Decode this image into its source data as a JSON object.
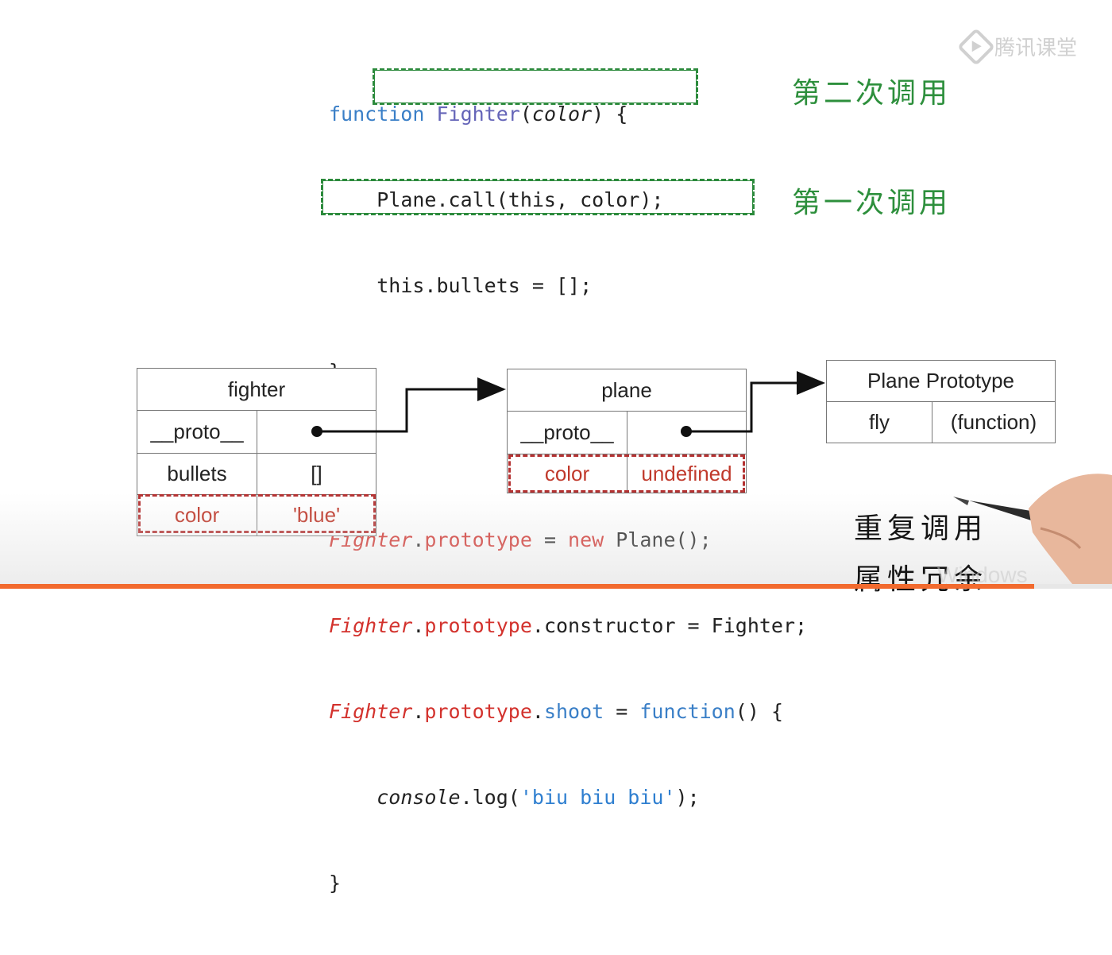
{
  "logo": {
    "text": "腾讯课堂"
  },
  "code": {
    "block1": {
      "kw_function": "function",
      "name": "Fighter",
      "open": "(",
      "param": "color",
      "close": ") {",
      "line2": "Plane.call(this, color);",
      "line3": "this.bullets = [];",
      "line4": "}"
    },
    "block2": {
      "l1_obj": "Fighter",
      "l1_dot": ".",
      "l1_proto": "prototype",
      "l1_eq": " = ",
      "l1_new": "new",
      "l1_rest": " Plane();",
      "l2_obj": "Fighter",
      "l2_dot": ".",
      "l2_proto": "prototype",
      "l2_rest": ".constructor = Fighter;",
      "l3_obj": "Fighter",
      "l3_dot": ".",
      "l3_proto": "prototype",
      "l3_dot2": ".",
      "l3_shoot": "shoot",
      "l3_eq": " = ",
      "l3_fn": "function",
      "l3_rest": "() {",
      "l4_console": "console",
      "l4_log": ".log(",
      "l4_str": "'biu biu biu'",
      "l4_end": ");",
      "l5": "}"
    }
  },
  "annotations": {
    "second_call": "第二次调用",
    "first_call": "第一次调用",
    "repeat_call": "重复调用",
    "redundant_props": "属性冗余"
  },
  "diagram": {
    "fighter": {
      "title": "fighter",
      "rows": [
        {
          "key": "__proto__",
          "value": ""
        },
        {
          "key": "bullets",
          "value": "[]"
        },
        {
          "key": "color",
          "value": "'blue'"
        }
      ]
    },
    "plane": {
      "title": "plane",
      "rows": [
        {
          "key": "__proto__",
          "value": ""
        },
        {
          "key": "color",
          "value": "undefined"
        }
      ]
    },
    "plane_prototype": {
      "title": "Plane Prototype",
      "rows": [
        {
          "key": "fly",
          "value": "(function)"
        }
      ]
    }
  },
  "watermark": "Windows",
  "video_progress": 0.93,
  "colors": {
    "keyword": "#3a7fc7",
    "red_code": "#d3322d",
    "green_annotation": "#2d8f3c",
    "red_highlight": "#b43232",
    "progress": "#f26a2e"
  }
}
